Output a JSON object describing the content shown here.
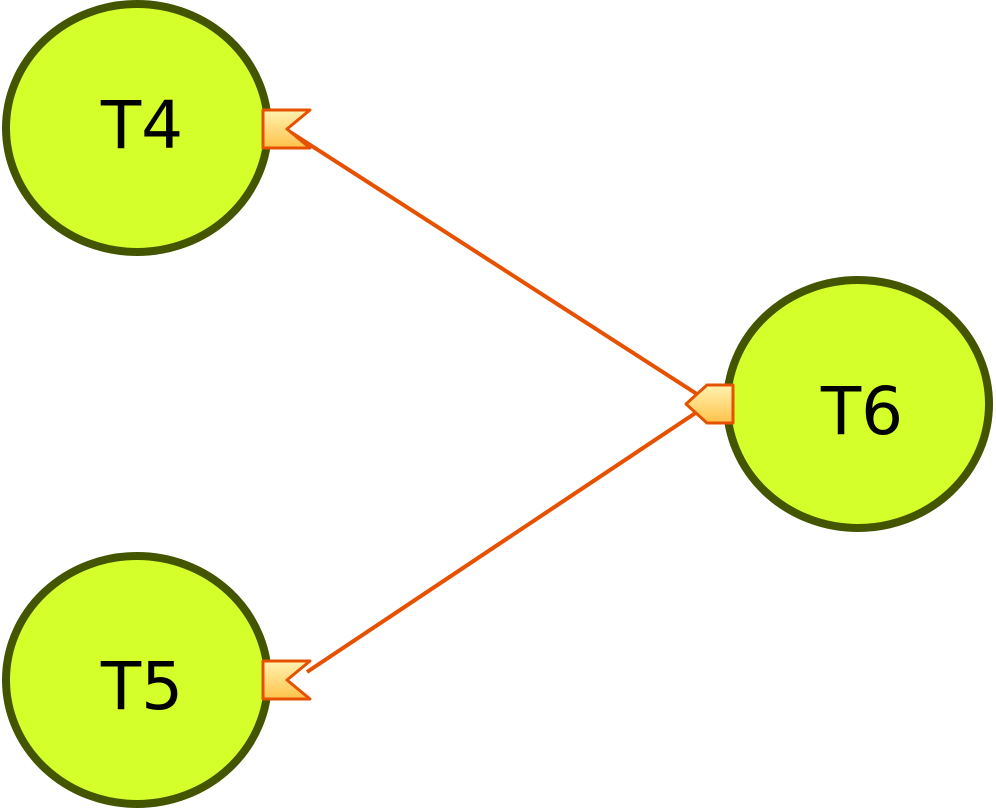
{
  "diagram": {
    "nodes": [
      {
        "id": "T4",
        "label": "T4"
      },
      {
        "id": "T5",
        "label": "T5"
      },
      {
        "id": "T6",
        "label": "T6"
      }
    ],
    "edges": [
      {
        "from": "T6",
        "to": "T4"
      },
      {
        "from": "T6",
        "to": "T5"
      }
    ]
  },
  "colors": {
    "node_fill": "#d4ff2a",
    "node_stroke": "#445500",
    "edge_stroke": "#e65100",
    "port_fill_light": "#fff3b0",
    "port_fill_dark": "#ffc24a",
    "port_stroke": "#e65100"
  }
}
